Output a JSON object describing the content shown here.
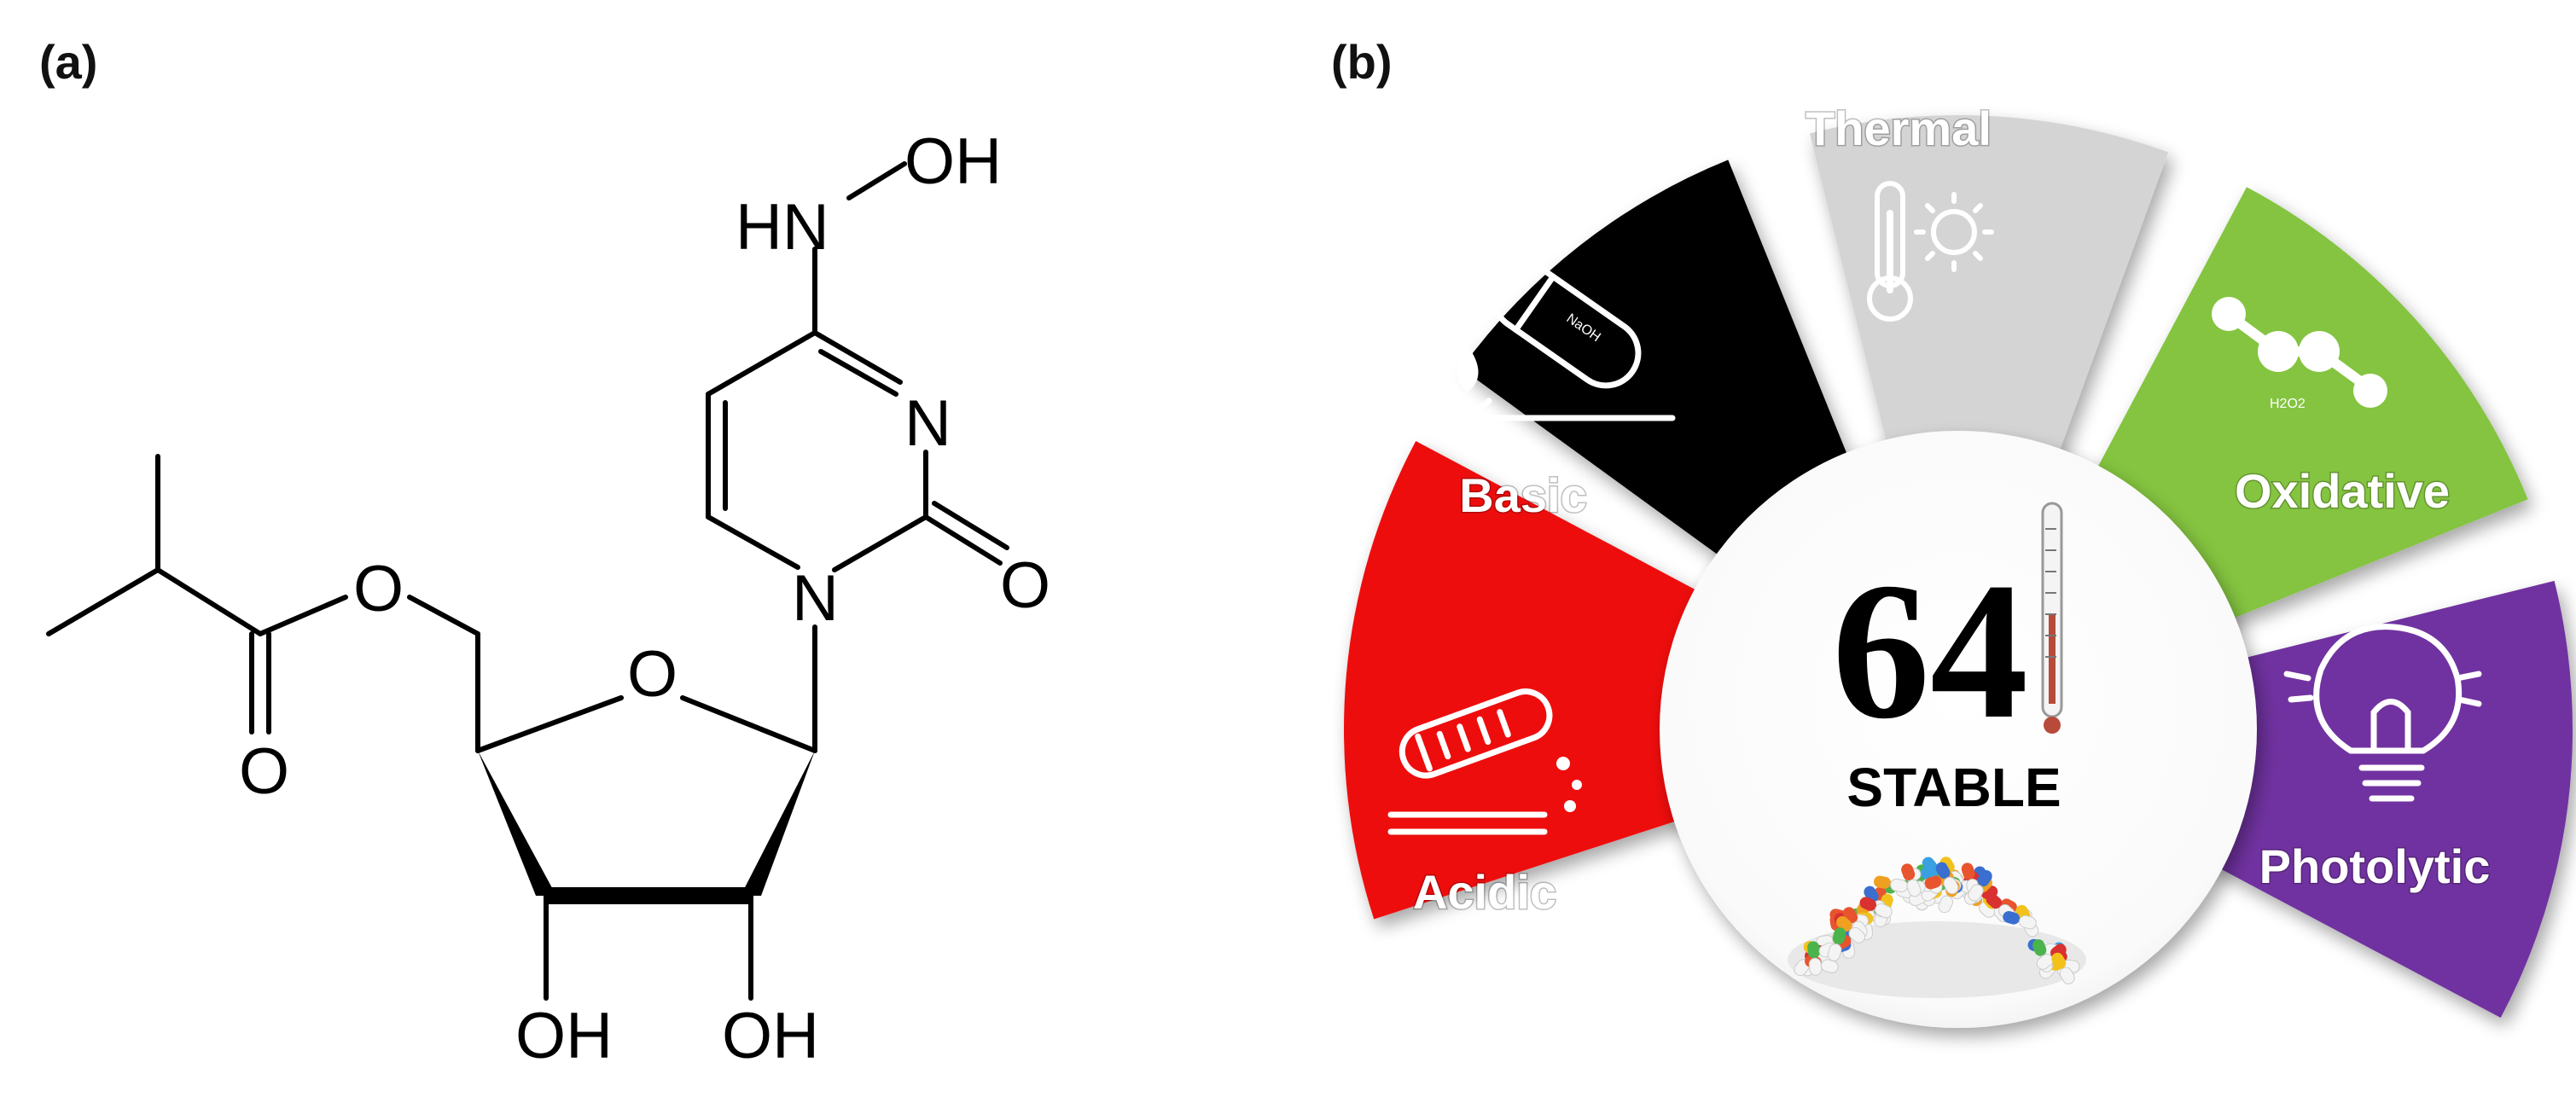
{
  "panels": {
    "a": {
      "label": "(a)"
    },
    "b": {
      "label": "(b)"
    }
  },
  "molecule": {
    "atoms": {
      "hydroxylamine_nh": "HN",
      "hydroxylamine_oh": "OH",
      "ring_n3": "N",
      "ring_n1": "N",
      "carbonyl_o": "O",
      "ester_o": "O",
      "ester_carbonyl_o": "O",
      "furanose_o": "O",
      "hydroxyl_3": "OH",
      "hydroxyl_2": "OH"
    }
  },
  "stability": {
    "center": {
      "number": "64",
      "label": "STABLE"
    },
    "segments": [
      {
        "key": "acidic",
        "label": "Acidic",
        "color": "#ee1111"
      },
      {
        "key": "basic",
        "label": "Basic",
        "color": "#000000",
        "icon_text": "NaOH"
      },
      {
        "key": "thermal",
        "label": "Thermal",
        "color": "#d4d4d4"
      },
      {
        "key": "oxidative",
        "label": "Oxidative",
        "color": "#84c441",
        "icon_text": "H2O2"
      },
      {
        "key": "photolytic",
        "label": "Photolytic",
        "color": "#7030a0"
      }
    ]
  }
}
